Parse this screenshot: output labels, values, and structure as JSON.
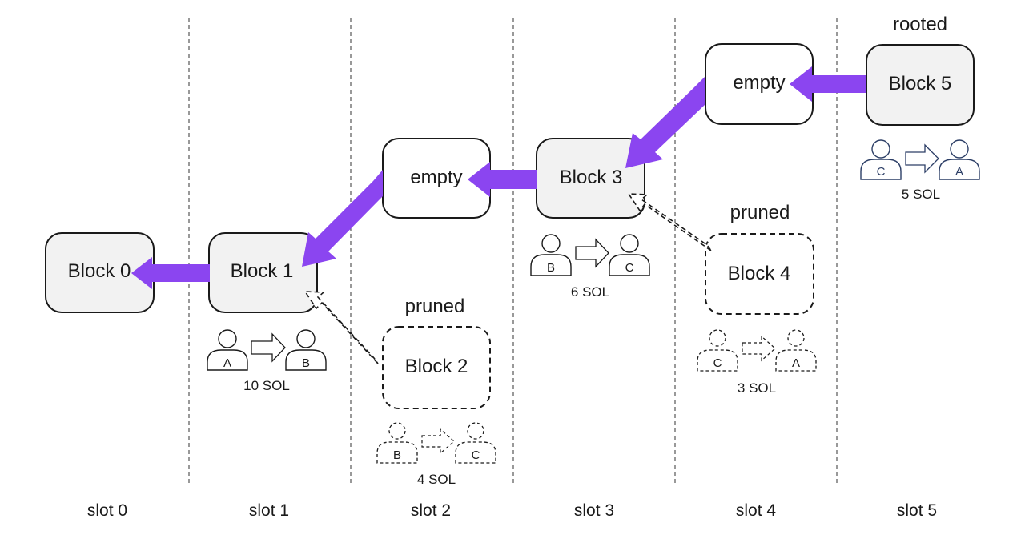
{
  "colors": {
    "arrow": "#8b45f0",
    "block_fill": "#f2f2f2",
    "empty_fill": "#ffffff",
    "stroke": "#1a1a1a",
    "rooted_person": "#2c3e66"
  },
  "slots": [
    "slot 0",
    "slot 1",
    "slot 2",
    "slot 3",
    "slot 4",
    "slot 5"
  ],
  "blocks": {
    "b0": "Block 0",
    "b1": "Block 1",
    "e2": "empty",
    "b2": "Block 2",
    "b3": "Block 3",
    "e4": "empty",
    "b4": "Block 4",
    "b5": "Block 5"
  },
  "statuses": {
    "b2": "pruned",
    "b4": "pruned",
    "b5": "rooted"
  },
  "transfers": [
    {
      "id": "t1",
      "from": "A",
      "to": "B",
      "amount": "10 SOL",
      "style": "solid"
    },
    {
      "id": "t2",
      "from": "B",
      "to": "C",
      "amount": "4 SOL",
      "style": "dashed"
    },
    {
      "id": "t3",
      "from": "B",
      "to": "C",
      "amount": "6 SOL",
      "style": "solid"
    },
    {
      "id": "t4",
      "from": "C",
      "to": "A",
      "amount": "3 SOL",
      "style": "dashed"
    },
    {
      "id": "t5",
      "from": "C",
      "to": "A",
      "amount": "5 SOL",
      "style": "navy"
    }
  ],
  "icons": {
    "person": "person-icon",
    "transfer": "transfer-arrow-icon",
    "parent_link": "parent-arrow-icon"
  }
}
